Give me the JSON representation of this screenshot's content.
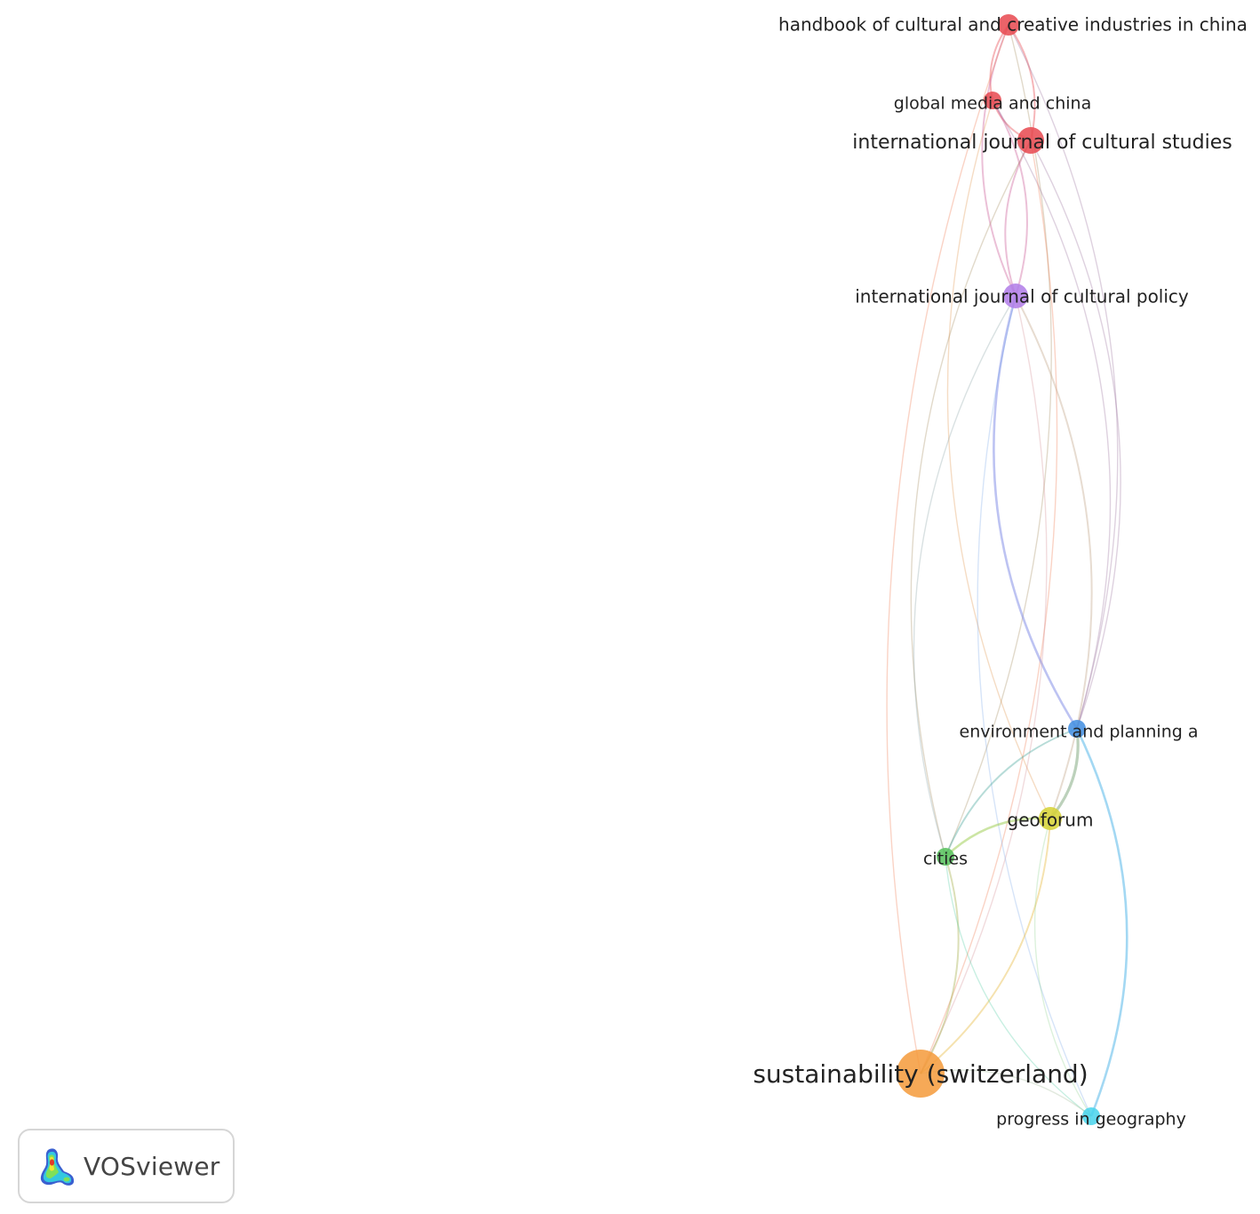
{
  "nodes": [
    {
      "id": "handbook",
      "label": "handbook of cultural and creative industries in china",
      "color": "#e8484f",
      "weight": 2
    },
    {
      "id": "globalmedia",
      "label": "global media and china",
      "color": "#e8484f",
      "weight": 1
    },
    {
      "id": "ijcs",
      "label": "international journal of cultural studies",
      "color": "#e8484f",
      "weight": 3
    },
    {
      "id": "ijcp",
      "label": "international journal of cultural policy",
      "color": "#b07be8",
      "weight": 3
    },
    {
      "id": "envplan",
      "label": "environment and planning a",
      "color": "#3f8de0",
      "weight": 2
    },
    {
      "id": "geoforum",
      "label": "geoforum",
      "color": "#d6d232",
      "weight": 3
    },
    {
      "id": "cities",
      "label": "cities",
      "color": "#55c25a",
      "weight": 2
    },
    {
      "id": "sustain",
      "label": "sustainability (switzerland)",
      "color": "#f49a3a",
      "weight": 8
    },
    {
      "id": "progress",
      "label": "progress in geography",
      "color": "#46d3ec",
      "weight": 2
    }
  ],
  "links": [
    {
      "source": "handbook",
      "target": "globalmedia",
      "strength": 2
    },
    {
      "source": "handbook",
      "target": "ijcs",
      "strength": 2
    },
    {
      "source": "handbook",
      "target": "ijcp",
      "strength": 2
    },
    {
      "source": "handbook",
      "target": "envplan",
      "strength": 1
    },
    {
      "source": "handbook",
      "target": "sustain",
      "strength": 1
    },
    {
      "source": "handbook",
      "target": "cities",
      "strength": 1
    },
    {
      "source": "globalmedia",
      "target": "ijcs",
      "strength": 2
    },
    {
      "source": "globalmedia",
      "target": "ijcp",
      "strength": 2
    },
    {
      "source": "globalmedia",
      "target": "geoforum",
      "strength": 1
    },
    {
      "source": "globalmedia",
      "target": "envplan",
      "strength": 1
    },
    {
      "source": "ijcs",
      "target": "ijcp",
      "strength": 2
    },
    {
      "source": "ijcs",
      "target": "envplan",
      "strength": 1
    },
    {
      "source": "ijcs",
      "target": "cities",
      "strength": 1
    },
    {
      "source": "ijcs",
      "target": "sustain",
      "strength": 1
    },
    {
      "source": "ijcp",
      "target": "envplan",
      "strength": 3
    },
    {
      "source": "ijcp",
      "target": "geoforum",
      "strength": 2
    },
    {
      "source": "ijcp",
      "target": "cities",
      "strength": 1
    },
    {
      "source": "ijcp",
      "target": "sustain",
      "strength": 1
    },
    {
      "source": "ijcp",
      "target": "progress",
      "strength": 1
    },
    {
      "source": "envplan",
      "target": "geoforum",
      "strength": 4
    },
    {
      "source": "envplan",
      "target": "cities",
      "strength": 2
    },
    {
      "source": "envplan",
      "target": "progress",
      "strength": 3
    },
    {
      "source": "geoforum",
      "target": "cities",
      "strength": 3
    },
    {
      "source": "geoforum",
      "target": "sustain",
      "strength": 2
    },
    {
      "source": "geoforum",
      "target": "progress",
      "strength": 1
    },
    {
      "source": "cities",
      "target": "sustain",
      "strength": 2
    },
    {
      "source": "cities",
      "target": "progress",
      "strength": 1
    },
    {
      "source": "sustain",
      "target": "progress",
      "strength": 1
    }
  ],
  "badge": {
    "text": "VOSviewer",
    "icon": "vosviewer-logo-icon"
  }
}
